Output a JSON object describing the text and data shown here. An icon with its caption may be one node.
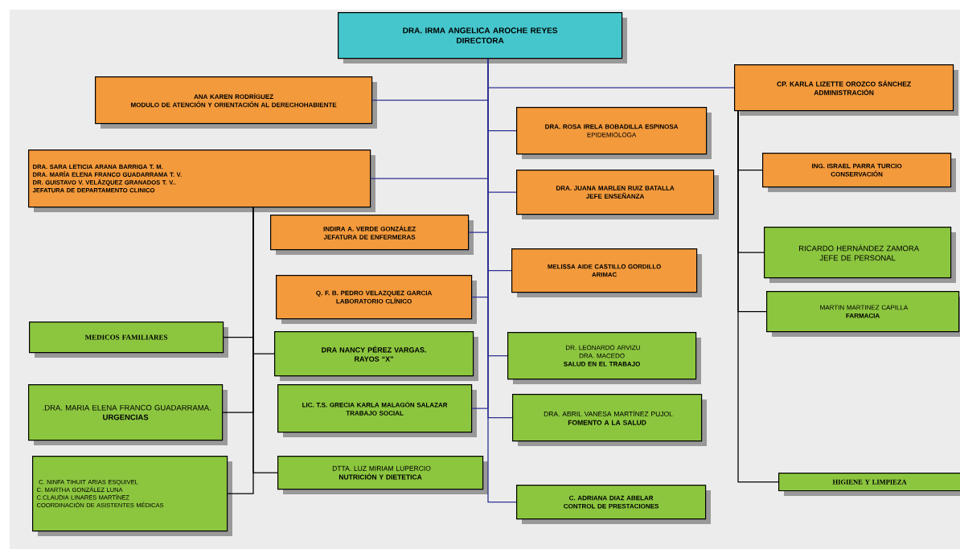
{
  "diagram": {
    "nodes": [
      {
        "text": [
          "DRA. IRMA ANGELICA AROCHE REYES",
          "DIRECTORA"
        ]
      },
      {
        "text": [
          "ANA KAREN RODRÍGUEZ",
          "MODULO DE ATENCIÓN Y ORIENTACIÓN AL DERECHOHABIENTE"
        ]
      },
      {
        "text": [
          "CP. KARLA LIZETTE OROZCO SÁNCHEZ",
          "ADMINISTRACIÓN"
        ]
      },
      {
        "text": [
          "DRA. SARA LETICIA ARANA BARRIGA T. M.",
          "DRA. MARÍA ELENA FRANCO GUADARRAMA T. V.",
          "DR. GUISTAVO V. VELÁZQUEZ GRANADOS T. V..",
          "JEFATURA DE DEPARTAMENTO CLINICO"
        ]
      },
      {
        "text": [
          "DRA. ROSA IRELA BOBADILLA ESPINOSA",
          "EPIDEMIOLOGA"
        ]
      },
      {
        "text": [
          "DRA. JUANA MARLEN RUIZ BATALLA",
          "JEFE ENSEÑANZA"
        ]
      },
      {
        "text": [
          "INDIRA A. VERDE GONZÁLEZ",
          "JEFATURA DE ENFERMERAS"
        ]
      },
      {
        "text": [
          "ING. ISRAEL PARRA TURCIO",
          "CONSERVACIÓN"
        ]
      },
      {
        "text": [
          "MELISSA AIDE CASTILLO GORDILLO",
          "ARIMAC"
        ]
      },
      {
        "text": [
          "RICARDO HERNÁNDEZ ZAMORA",
          "JEFE DE PERSONAL"
        ]
      },
      {
        "text": [
          "Q. F. B. PEDRO VELAZQUEZ GARCIA",
          "LABORATORIO CLÍNICO"
        ]
      },
      {
        "text": [
          "MARTIN MARTINEZ CAPILLA",
          "FARMACIA"
        ]
      },
      {
        "text": [
          "MEDICOS FAMILIARES"
        ]
      },
      {
        "text": [
          "DRA NANCY PÉREZ VARGAS.",
          "RAYOS “X”"
        ]
      },
      {
        "text": [
          "DR. LEONARDO ARVIZU",
          "DRA. MACEDO",
          "SALUD EN EL TRABAJO"
        ]
      },
      {
        "text": [
          ".DRA. MARIA ELENA FRANCO GUADARRAMA.",
          "URGENCIAS"
        ]
      },
      {
        "text": [
          "LIC. T.S. GRECIA KARLA MALAGÓN SALAZAR",
          "TRABAJO SOCIAL"
        ]
      },
      {
        "text": [
          "DRA. ABRIL VANESA MARTÍNEZ PUJOL",
          "FOMENTO A LA SALUD"
        ]
      },
      {
        "text": [
          "C. NINFA TIHUIT ARIAS ESQUIVEL",
          "C. MARTHA GONZÁLEZ LUNA",
          "C.CLAUDIA LINARES MARTÍNEZ",
          "COORDINACIÓN DE ASISTENTES MÉDICAS"
        ]
      },
      {
        "text": [
          "DTTA. LUZ MIRIAM LUPERCIO",
          "NUTRICIÓN Y DIETETICA"
        ]
      },
      {
        "text": [
          "HIGIENE Y LIMPIEZA"
        ]
      },
      {
        "text": [
          "C. ADRIANA DIAZ ABELAR",
          "CONTROL DE PRESTACIONES"
        ]
      }
    ],
    "edges": [
      {
        "from": 0,
        "to": 1,
        "arrow": "none"
      },
      {
        "from": 0,
        "to": 2,
        "arrow": "none"
      },
      {
        "from": 0,
        "to": 3,
        "arrow": "none"
      },
      {
        "from": 0,
        "to": 4,
        "arrow": "none"
      },
      {
        "from": 0,
        "to": 5,
        "arrow": "none"
      },
      {
        "from": 0,
        "to": 6,
        "arrow": "none"
      },
      {
        "from": 0,
        "to": 8,
        "arrow": "none"
      },
      {
        "from": 0,
        "to": 10,
        "arrow": "none"
      },
      {
        "from": 0,
        "to": 14,
        "arrow": "none"
      },
      {
        "from": 0,
        "to": 16,
        "arrow": "none"
      },
      {
        "from": 0,
        "to": 17,
        "arrow": "none"
      },
      {
        "from": 0,
        "to": 21,
        "arrow": "none"
      },
      {
        "from": 3,
        "to": 12,
        "arrow": "none",
        "color": "#000000"
      },
      {
        "from": 3,
        "to": 13,
        "arrow": "none",
        "color": "#000000"
      },
      {
        "from": 3,
        "to": 15,
        "arrow": "none",
        "color": "#000000"
      },
      {
        "from": 3,
        "to": 18,
        "arrow": "none",
        "color": "#000000"
      },
      {
        "from": 3,
        "to": 19,
        "arrow": "none",
        "color": "#000000"
      },
      {
        "from": 2,
        "to": 7,
        "arrow": "none",
        "color": "#000000"
      },
      {
        "from": 2,
        "to": 9,
        "arrow": "none",
        "color": "#000000"
      },
      {
        "from": 2,
        "to": 11,
        "arrow": "none",
        "color": "#000000"
      },
      {
        "from": 2,
        "to": 20,
        "arrow": "none",
        "color": "#000000"
      }
    ]
  }
}
